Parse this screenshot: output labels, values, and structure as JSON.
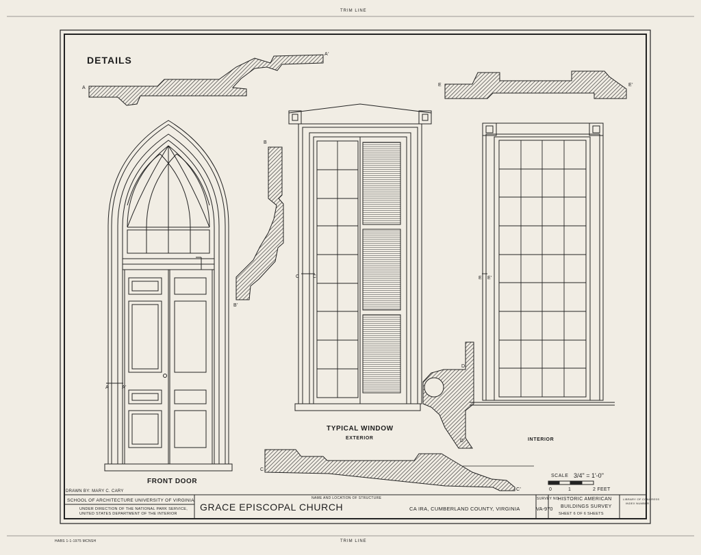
{
  "trim_line_top": "TRIM LINE",
  "trim_line_bottom": "TRIM LINE",
  "sheet_title": "DETAILS",
  "labels": {
    "front_door": "FRONT DOOR",
    "typical_window": "TYPICAL WINDOW",
    "exterior": "EXTERIOR",
    "interior": "INTERIOR"
  },
  "section_marks": {
    "a": "A",
    "a_prime": "A'",
    "b": "B",
    "b_prime": "B'",
    "c": "C",
    "c_prime": "C'",
    "d": "D",
    "d_prime": "D'",
    "e": "E",
    "e_prime": "E'"
  },
  "scale": {
    "label": "SCALE",
    "value": "3/4\" = 1'-0\"",
    "ticks": [
      "0",
      "1",
      "2 FEET"
    ]
  },
  "title_block": {
    "drawn_by": "DRAWN BY:   MARY C. CARY",
    "school": "SCHOOL OF ARCHITECTURE   UNIVERSITY OF VIRGINIA",
    "under_direction": "UNDER DIRECTION OF THE NATIONAL PARK SERVICE,",
    "department": "UNITED STATES DEPARTMENT OF THE INTERIOR",
    "structure_caption": "NAME AND LOCATION OF STRUCTURE",
    "structure_name": "GRACE EPISCOPAL CHURCH",
    "location": "CA IRA, CUMBERLAND COUNTY, VIRGINIA",
    "survey_no_label": "SURVEY NO.",
    "survey_no": "VA-970",
    "survey_name_1": "HISTORIC AMERICAN",
    "survey_name_2": "BUILDINGS SURVEY",
    "sheet_text": "SHEET  6  OF  6   SHEETS",
    "library": "LIBRARY OF CONGRESS",
    "library_2": "INDEX NUMBER"
  },
  "print_code": "HABS 1-1-1975 MCNSH"
}
